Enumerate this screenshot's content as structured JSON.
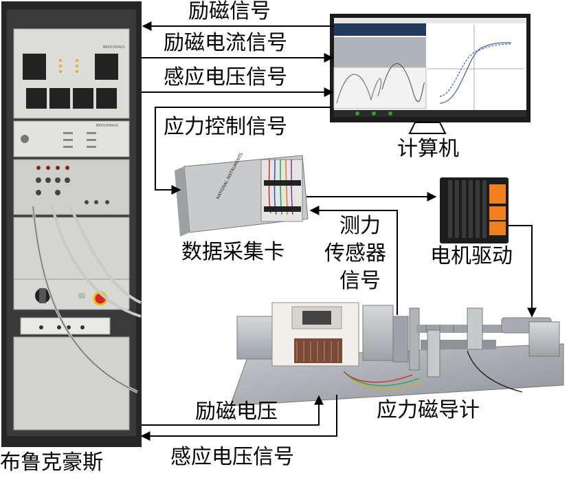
{
  "labels": {
    "excitation_signal": "励磁信号",
    "excitation_current_signal": "励磁电流信号",
    "induced_voltage_signal_top": "感应电压信号",
    "stress_control_signal": "应力控制信号",
    "computer": "计算机",
    "daq_card": "数据采集卡",
    "load_cell_signal_line1": "测力",
    "load_cell_signal_line2": "传感器",
    "load_cell_signal_line3": "信号",
    "motor_driver": "电机驱动",
    "stress_magnetometer": "应力磁导计",
    "excitation_voltage": "励磁电压",
    "induced_voltage_signal_bottom": "感应电压信号",
    "brockhaus": "布鲁克豪斯"
  },
  "equipment": {
    "rack_brand_1": "BROCKHAUS",
    "rack_brand_2": "BROCKHAUS",
    "daq_brand": "NATIONAL INSTRUMENTS"
  },
  "colors": {
    "line": "#000000",
    "rack": "#2b2b2b",
    "panel": "#d9d9d6",
    "metal": "#b9bcc0",
    "screen_bg": "#ffffff"
  }
}
